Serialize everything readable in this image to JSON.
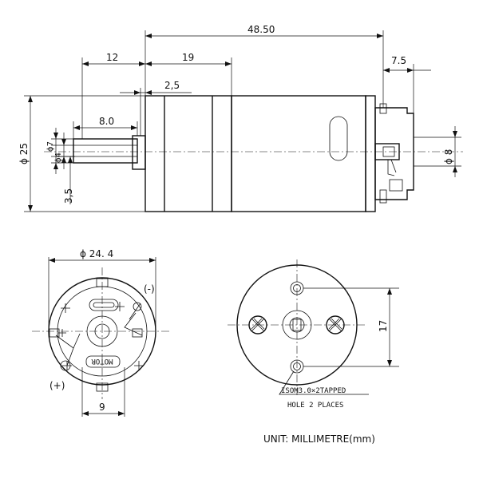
{
  "dimensions": {
    "total_length": "48.50",
    "shaft_length": "12",
    "gearbox_length": "19",
    "rear_shaft": "7.5",
    "collar": "2,5",
    "flat_length": "8.0",
    "body_diameter": "ϕ 25",
    "shaft_diameter": "ϕ7",
    "flat_diameter": "ϕ4",
    "shaft_offset": "3,5",
    "rear_diameter": "ϕ 8",
    "rear_view_diameter": "ϕ 24. 4",
    "terminal_width": "9",
    "hole_spacing": "17"
  },
  "labels": {
    "minus": "(-)",
    "plus": "(+)",
    "motor": "MOTOR",
    "tapped_1": "ISOM3.0×2TAPPED",
    "tapped_2": "HOLE 2 PLACES",
    "unit": "UNIT: MILLIMETRE(mm)"
  }
}
